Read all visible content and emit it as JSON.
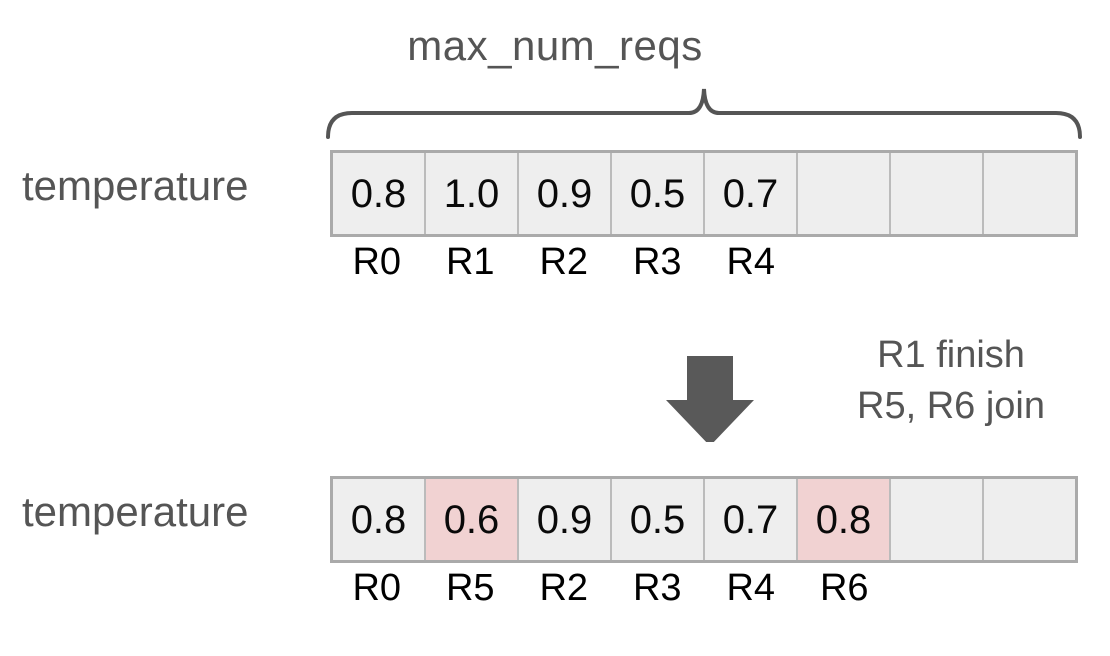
{
  "diagram": {
    "title": "max_num_reqs",
    "brace_icon": "curly-brace-icon",
    "arrow_icon": "down-arrow-icon",
    "colors": {
      "cell_background": "#eeeeee",
      "cell_highlight": "#f1d2d2",
      "cell_border": "#bbbbbb",
      "grid_border": "#aaaaaa",
      "label_text": "#555555",
      "value_text": "#0a0a0a",
      "arrow": "#595959"
    },
    "rows": [
      {
        "label": "temperature",
        "cells": [
          {
            "value": "0.8",
            "highlight": false,
            "tag": "R0"
          },
          {
            "value": "1.0",
            "highlight": false,
            "tag": "R1"
          },
          {
            "value": "0.9",
            "highlight": false,
            "tag": "R2"
          },
          {
            "value": "0.5",
            "highlight": false,
            "tag": "R3"
          },
          {
            "value": "0.7",
            "highlight": false,
            "tag": "R4"
          },
          {
            "value": "",
            "highlight": false,
            "tag": ""
          },
          {
            "value": "",
            "highlight": false,
            "tag": ""
          },
          {
            "value": "",
            "highlight": false,
            "tag": ""
          }
        ]
      },
      {
        "label": "temperature",
        "cells": [
          {
            "value": "0.8",
            "highlight": false,
            "tag": "R0"
          },
          {
            "value": "0.6",
            "highlight": true,
            "tag": "R5"
          },
          {
            "value": "0.9",
            "highlight": false,
            "tag": "R2"
          },
          {
            "value": "0.5",
            "highlight": false,
            "tag": "R3"
          },
          {
            "value": "0.7",
            "highlight": false,
            "tag": "R4"
          },
          {
            "value": "0.8",
            "highlight": true,
            "tag": "R6"
          },
          {
            "value": "",
            "highlight": false,
            "tag": ""
          },
          {
            "value": "",
            "highlight": false,
            "tag": ""
          }
        ]
      }
    ],
    "transition": {
      "note_line_1": "R1 finish",
      "note_line_2": "R5, R6 join"
    }
  }
}
